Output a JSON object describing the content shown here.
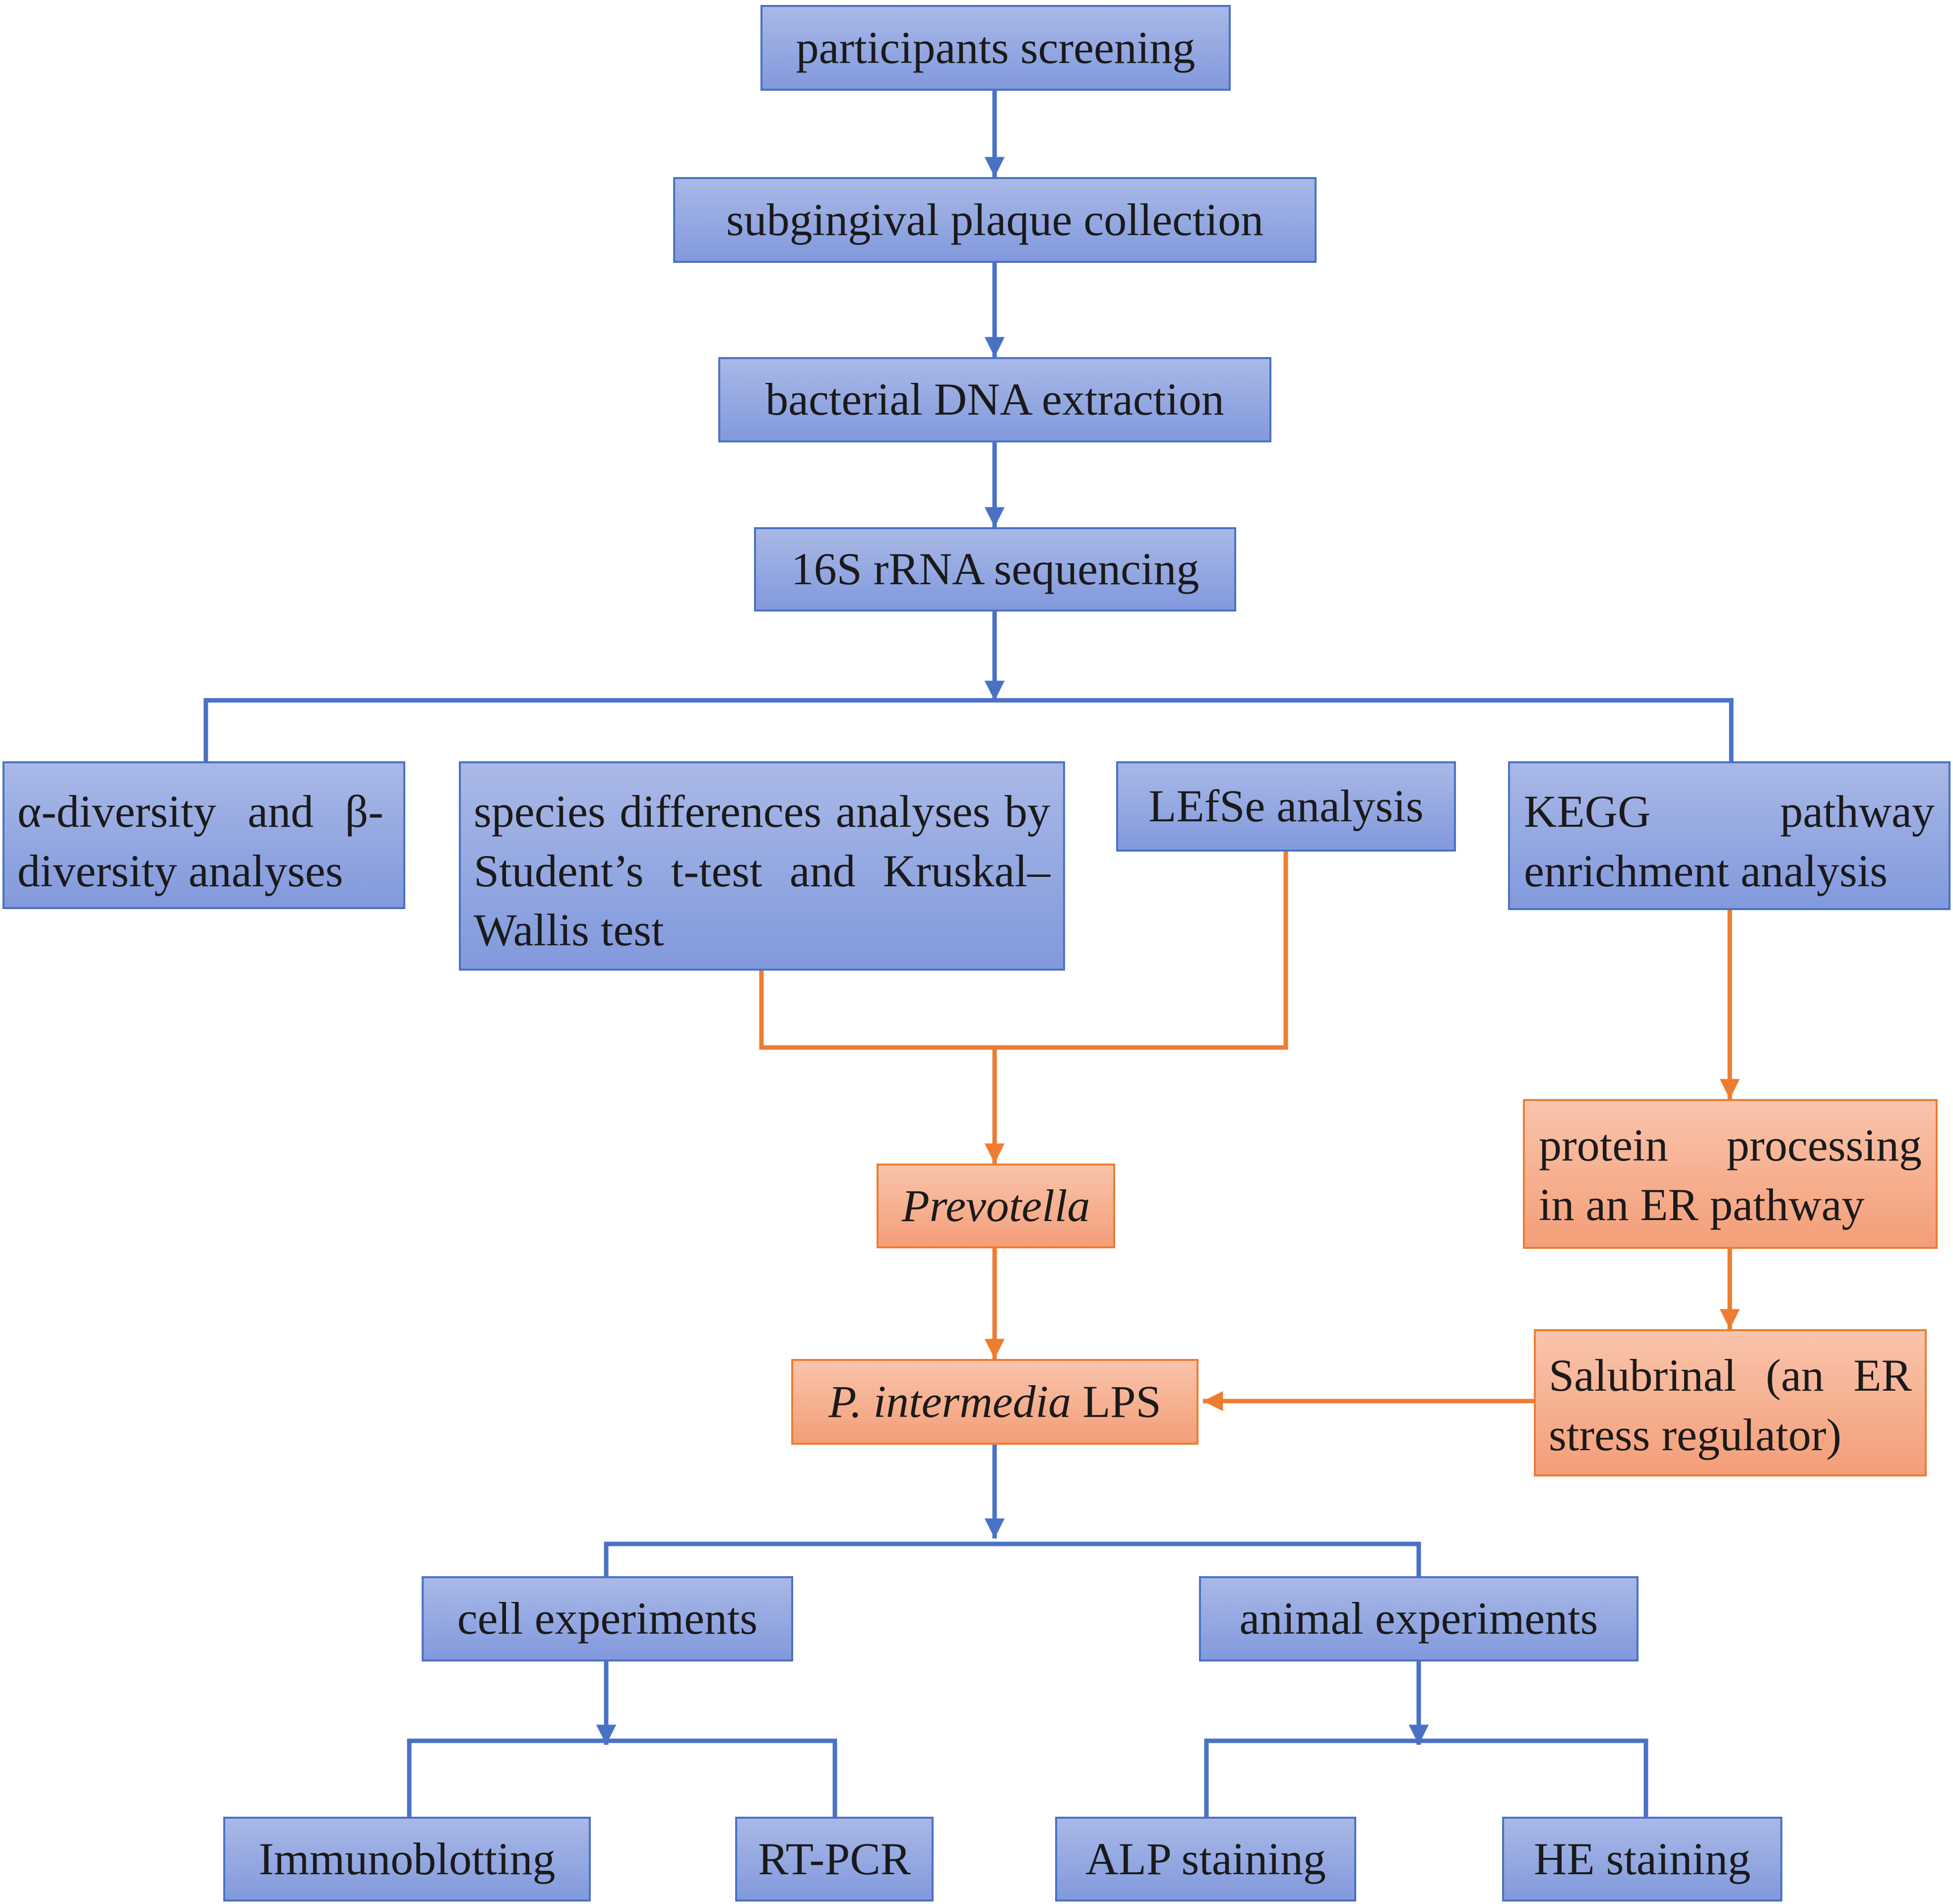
{
  "nodes": {
    "participants_screening": "participants screening",
    "plaque_collection": "subgingival plaque collection",
    "dna_extraction": "bacterial DNA extraction",
    "rrna_sequencing": "16S rRNA sequencing",
    "diversity_analyses": "α-diversity and β-diversity analyses",
    "species_differences": "species differences analyses by Student’s t-test and Kruskal–Wallis test",
    "lefse_analysis": "LEfSe analysis",
    "kegg_line1": "KEGG pathway",
    "kegg_line2": "enrichment analysis",
    "prevotella": "Prevotella",
    "er_protein_line1": "protein processing",
    "er_protein_line2": "in an ER pathway",
    "pi_lps_italic": "P. intermedia",
    "pi_lps_suffix": " LPS",
    "salubrinal": "Salubrinal (an ER stress regulator)",
    "cell_experiments": "cell experiments",
    "animal_experiments": "animal experiments",
    "immunoblotting": "Immunoblotting",
    "rt_pcr": "RT-PCR",
    "alp_staining": "ALP staining",
    "he_staining": "HE staining"
  },
  "colors": {
    "blue_fill": "#93a7e1",
    "blue_line": "#4a72c4",
    "orange_fill": "#f6af8f",
    "orange_line": "#ed7d31"
  }
}
